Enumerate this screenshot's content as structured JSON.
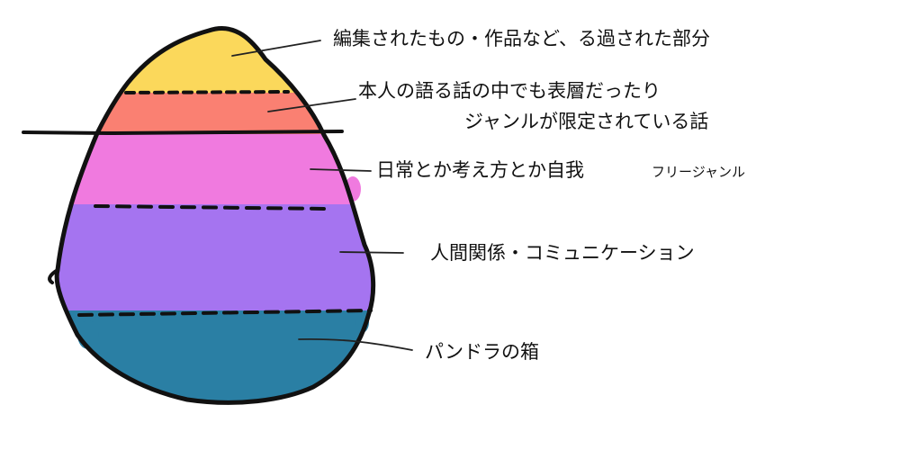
{
  "layers": [
    {
      "id": "tip",
      "color": "#FBD85B",
      "lines": [
        "編集されたもの・作品など、る過された部分"
      ]
    },
    {
      "id": "surface-talk",
      "color": "#FA8072",
      "lines": [
        "本人の語る話の中でも表層だったり",
        "ジャンルが限定されている話"
      ]
    },
    {
      "id": "daily",
      "color": "#F07ADF",
      "lines": [
        "日常とか考え方とか自我"
      ],
      "extra": "フリージャンル"
    },
    {
      "id": "relations",
      "color": "#A574F0",
      "lines": [
        "人間関係・コミュニケーション"
      ]
    },
    {
      "id": "pandora",
      "color": "#2A7FA4",
      "lines": [
        "パンドラの箱"
      ]
    }
  ],
  "colors": {
    "outline": "#111111",
    "leader": "#222222",
    "waterline": "#111111",
    "background": "#ffffff"
  }
}
